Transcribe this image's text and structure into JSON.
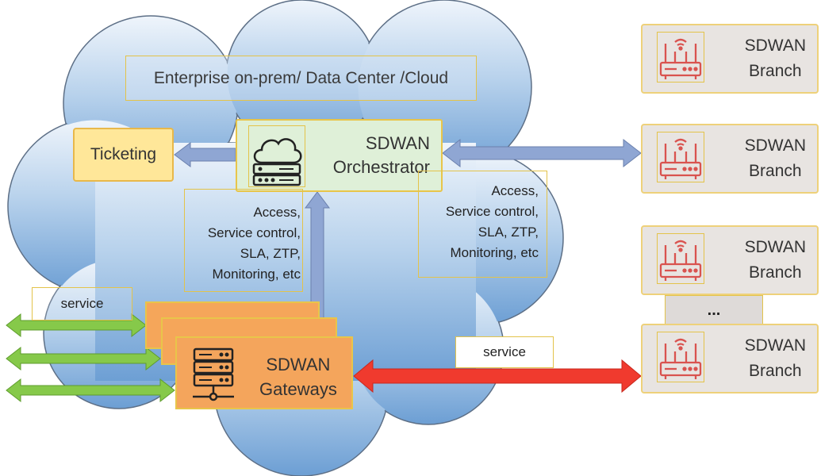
{
  "enterprise": {
    "label": "Enterprise on-prem/ Data Center /Cloud"
  },
  "ticketing": {
    "label": "Ticketing"
  },
  "orchestrator": {
    "line1": "SDWAN",
    "line2": "Orchestrator"
  },
  "notes_left": {
    "lines": [
      "Access,",
      "Service control,",
      "SLA, ZTP,",
      "Monitoring, etc"
    ]
  },
  "notes_right": {
    "lines": [
      "Access,",
      "Service control,",
      "SLA, ZTP,",
      "Monitoring, etc"
    ]
  },
  "gateways": {
    "line1": "SDWAN",
    "line2": "Gateways"
  },
  "service_left": {
    "label": "service"
  },
  "service_right": {
    "label": "service"
  },
  "branches": [
    {
      "line1": "SDWAN",
      "line2": "Branch"
    },
    {
      "line1": "SDWAN",
      "line2": "Branch"
    },
    {
      "line1": "SDWAN",
      "line2": "Branch"
    },
    {
      "line1": "SDWAN",
      "line2": "Branch"
    }
  ],
  "ellipsis": "...",
  "colors": {
    "cloud_top": "#e6f0fa",
    "cloud_bottom": "#6c9fd3",
    "arrow_blue": "#8fa6d3",
    "arrow_green": "#86c94a",
    "arrow_red": "#f03a2e",
    "router_red": "#d9534f"
  }
}
